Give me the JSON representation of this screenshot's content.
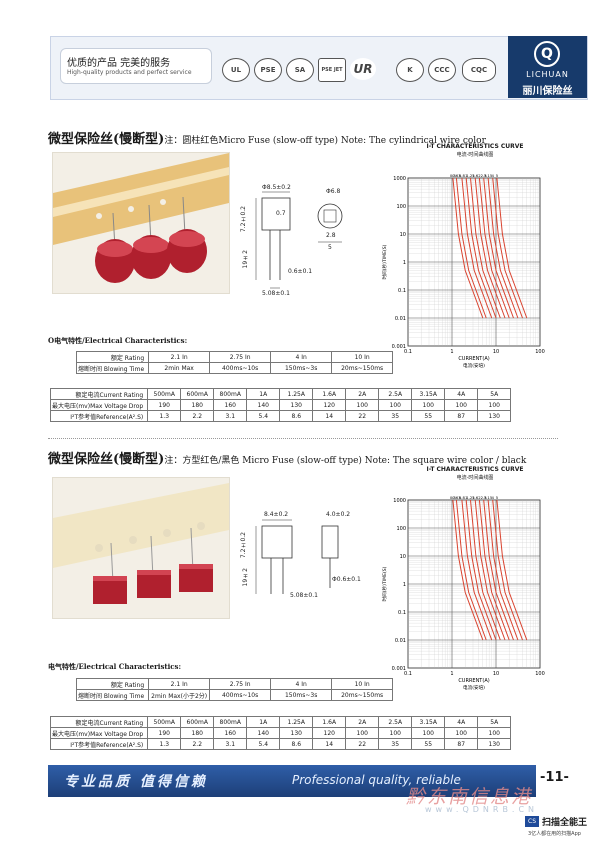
{
  "header": {
    "slogan_cn": "优质的产品 完美的服务",
    "slogan_en": "High-quality products and perfect service",
    "certs": [
      "UL",
      "PSE",
      "SA",
      "PSE JET",
      "UR",
      "K",
      "CCC",
      "CQC"
    ],
    "brand_logo": "Q",
    "brand_en": "LICHUAN",
    "brand_cn": "丽川保险丝"
  },
  "section1": {
    "title_cn": "微型保险丝(慢断型)",
    "title_rest": "注：圆柱红色Micro Fuse (slow-off type) Note: The cylindrical wire color",
    "dims": {
      "d1": "Φ8.5±0.2",
      "d2": "Φ6.8",
      "d3": "0.7",
      "d4": "7.2±0.2",
      "d5": "19±2",
      "d6": "2.8",
      "d7": "5",
      "d8": "0.6±0.1",
      "d9": "5.08±0.1"
    },
    "curve_title": "I-T CHARACTERISTICS CURVE",
    "curve_sub": "电流-时间曲线图",
    "y_label": "时间(秒)TIME(S)",
    "x_label": "CURRENT(A)",
    "x_label_cn": "电流(安培)",
    "electrical_label": "O电气特性/Electrical Characteristics:",
    "rating_table": {
      "row1": [
        "额定 Rating",
        "2.1 In",
        "2.75 In",
        "4 In",
        "10 In"
      ],
      "row2": [
        "熔断时间 Blowing Time",
        "2min Max",
        "400ms~10s",
        "150ms~3s",
        "20ms~150ms"
      ]
    },
    "current_table": {
      "row1": [
        "额定电流Current Rating",
        "500mA",
        "600mA",
        "800mA",
        "1A",
        "1.25A",
        "1.6A",
        "2A",
        "2.5A",
        "3.15A",
        "4A",
        "5A"
      ],
      "row2": [
        "最大电压(mv)Max Voltage Drop",
        "190",
        "180",
        "160",
        "140",
        "130",
        "120",
        "100",
        "100",
        "100",
        "100",
        "100"
      ],
      "row3": [
        "I²T参考值Reference(A².S)",
        "1.3",
        "2.2",
        "3.1",
        "5.4",
        "8.6",
        "14",
        "22",
        "35",
        "55",
        "87",
        "130"
      ]
    }
  },
  "section2": {
    "title_cn": "微型保险丝(慢断型)",
    "title_rest": "注：方型红色/黑色 Micro Fuse (slow-off type) Note: The square wire color / black",
    "dims": {
      "d1": "8.4±0.2",
      "d2": "4.0±0.2",
      "d3": "7.2±0.2",
      "d4": "19±2",
      "d5": "Φ0.6±0.1",
      "d6": "5.08±0.1"
    },
    "curve_title": "I-T CHARACTERISTICS CURVE",
    "curve_sub": "电流-时间曲线图",
    "y_label": "时间(秒)TIME(S)",
    "x_label": "CURRENT(A)",
    "x_label_cn": "电流(安培)",
    "electrical_label": "电气特性/Electrical Characteristics:",
    "rating_table": {
      "row1": [
        "额定 Rating",
        "2.1 In",
        "2.75 In",
        "4 In",
        "10 In"
      ],
      "row2": [
        "熔断时间 Blowing Time",
        "2min Max(小于2分)",
        "400ms~10s",
        "150ms~3s",
        "20ms~150ms"
      ]
    },
    "current_table": {
      "row1": [
        "额定电流Current Rating",
        "500mA",
        "600mA",
        "800mA",
        "1A",
        "1.25A",
        "1.6A",
        "2A",
        "2.5A",
        "3.15A",
        "4A",
        "5A"
      ],
      "row2": [
        "最大电压(mv)Max Voltage Drop",
        "190",
        "180",
        "160",
        "140",
        "130",
        "120",
        "100",
        "100",
        "100",
        "100",
        "100"
      ],
      "row3": [
        "I²T参考值Reference(A².S)",
        "1.3",
        "2.2",
        "3.1",
        "5.4",
        "8.6",
        "14",
        "22",
        "35",
        "55",
        "87",
        "130"
      ]
    }
  },
  "chart_data": [
    {
      "type": "line",
      "title": "I-T CHARACTERISTICS CURVE",
      "xlabel": "CURRENT(A)",
      "ylabel": "时间(秒)TIME(S)",
      "x_scale": "log",
      "y_scale": "log",
      "xlim": [
        0.1,
        100
      ],
      "ylim": [
        0.001,
        1000
      ],
      "x_ticks": [
        "0.1",
        "1",
        "10",
        "100"
      ],
      "y_ticks": [
        "1000",
        "100",
        "10",
        "1",
        "0.1",
        "0.01",
        "0.001"
      ],
      "top_labels": [
        "0.5",
        "0.63",
        "0.8",
        "1",
        "1.25",
        "1.6",
        "2",
        "2.5",
        "3.15",
        "4",
        "5"
      ],
      "series": [
        {
          "name": "500mA",
          "x": [
            1.05,
            1.4,
            2.0,
            5.0
          ],
          "y": [
            1000,
            10,
            0.5,
            0.01
          ]
        },
        {
          "name": "600mA",
          "x": [
            1.26,
            1.68,
            2.4,
            6.0
          ],
          "y": [
            1000,
            10,
            0.5,
            0.01
          ]
        },
        {
          "name": "800mA",
          "x": [
            1.68,
            2.24,
            3.2,
            8.0
          ],
          "y": [
            1000,
            10,
            0.5,
            0.01
          ]
        },
        {
          "name": "1A",
          "x": [
            2.1,
            2.8,
            4.0,
            10.0
          ],
          "y": [
            1000,
            10,
            0.5,
            0.01
          ]
        },
        {
          "name": "1.25A",
          "x": [
            2.63,
            3.5,
            5.0,
            12.5
          ],
          "y": [
            1000,
            10,
            0.5,
            0.01
          ]
        },
        {
          "name": "1.6A",
          "x": [
            3.36,
            4.48,
            6.4,
            16.0
          ],
          "y": [
            1000,
            10,
            0.5,
            0.01
          ]
        },
        {
          "name": "2A",
          "x": [
            4.2,
            5.6,
            8.0,
            20.0
          ],
          "y": [
            1000,
            10,
            0.5,
            0.01
          ]
        },
        {
          "name": "2.5A",
          "x": [
            5.25,
            7.0,
            10.0,
            25.0
          ],
          "y": [
            1000,
            10,
            0.5,
            0.01
          ]
        },
        {
          "name": "3.15A",
          "x": [
            6.6,
            8.8,
            12.6,
            31.5
          ],
          "y": [
            1000,
            10,
            0.5,
            0.01
          ]
        },
        {
          "name": "4A",
          "x": [
            8.4,
            11.2,
            16.0,
            40.0
          ],
          "y": [
            1000,
            10,
            0.5,
            0.01
          ]
        },
        {
          "name": "5A",
          "x": [
            10.5,
            14.0,
            20.0,
            50.0
          ],
          "y": [
            1000,
            10,
            0.5,
            0.01
          ]
        }
      ]
    },
    {
      "type": "line",
      "title": "I-T CHARACTERISTICS CURVE",
      "xlabel": "CURRENT(A)",
      "ylabel": "时间(秒)TIME(S)",
      "x_scale": "log",
      "y_scale": "log",
      "xlim": [
        0.1,
        100
      ],
      "ylim": [
        0.001,
        1000
      ],
      "x_ticks": [
        "0.1",
        "1",
        "10",
        "100"
      ],
      "y_ticks": [
        "1000",
        "100",
        "10",
        "1",
        "0.1",
        "0.01",
        "0.001"
      ],
      "top_labels": [
        "0.5",
        "0.63",
        "0.8",
        "1",
        "1.25",
        "1.6",
        "2",
        "2.5",
        "3.15",
        "4",
        "5"
      ],
      "series": [
        {
          "name": "500mA",
          "x": [
            1.05,
            1.4,
            2.0,
            5.0
          ],
          "y": [
            1000,
            10,
            0.5,
            0.01
          ]
        },
        {
          "name": "600mA",
          "x": [
            1.26,
            1.68,
            2.4,
            6.0
          ],
          "y": [
            1000,
            10,
            0.5,
            0.01
          ]
        },
        {
          "name": "800mA",
          "x": [
            1.68,
            2.24,
            3.2,
            8.0
          ],
          "y": [
            1000,
            10,
            0.5,
            0.01
          ]
        },
        {
          "name": "1A",
          "x": [
            2.1,
            2.8,
            4.0,
            10.0
          ],
          "y": [
            1000,
            10,
            0.5,
            0.01
          ]
        },
        {
          "name": "1.25A",
          "x": [
            2.63,
            3.5,
            5.0,
            12.5
          ],
          "y": [
            1000,
            10,
            0.5,
            0.01
          ]
        },
        {
          "name": "1.6A",
          "x": [
            3.36,
            4.48,
            6.4,
            16.0
          ],
          "y": [
            1000,
            10,
            0.5,
            0.01
          ]
        },
        {
          "name": "2A",
          "x": [
            4.2,
            5.6,
            8.0,
            20.0
          ],
          "y": [
            1000,
            10,
            0.5,
            0.01
          ]
        },
        {
          "name": "2.5A",
          "x": [
            5.25,
            7.0,
            10.0,
            25.0
          ],
          "y": [
            1000,
            10,
            0.5,
            0.01
          ]
        },
        {
          "name": "3.15A",
          "x": [
            6.6,
            8.8,
            12.6,
            31.5
          ],
          "y": [
            1000,
            10,
            0.5,
            0.01
          ]
        },
        {
          "name": "4A",
          "x": [
            8.4,
            11.2,
            16.0,
            40.0
          ],
          "y": [
            1000,
            10,
            0.5,
            0.01
          ]
        },
        {
          "name": "5A",
          "x": [
            10.5,
            14.0,
            20.0,
            50.0
          ],
          "y": [
            1000,
            10,
            0.5,
            0.01
          ]
        }
      ]
    }
  ],
  "footer": {
    "cn": "专业品质  值得信赖",
    "en": "Professional quality, reliable",
    "page": "-11-",
    "watermark": "黔东南信息港",
    "watermark_url": "www.QDNRB.CN",
    "scan_icon": "CS",
    "scan": "扫描全能王",
    "scan_sub": "3亿人都在用的扫描App"
  },
  "colors": {
    "curve": "#d9432f",
    "brand": "#173a6b",
    "footer": "#2a559a"
  }
}
